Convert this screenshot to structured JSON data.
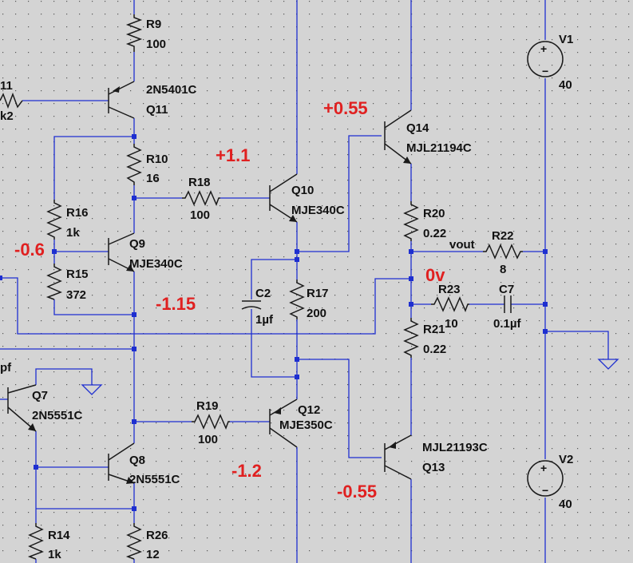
{
  "components": {
    "R9": {
      "ref": "R9",
      "value": "100"
    },
    "R10": {
      "ref": "R10",
      "value": "16"
    },
    "R11": {
      "ref": "11",
      "value": "k2"
    },
    "R14": {
      "ref": "R14",
      "value": "1k"
    },
    "R15": {
      "ref": "R15",
      "value": "372"
    },
    "R16": {
      "ref": "R16",
      "value": "1k"
    },
    "R17": {
      "ref": "R17",
      "value": "200"
    },
    "R18": {
      "ref": "R18",
      "value": "100"
    },
    "R19": {
      "ref": "R19",
      "value": "100"
    },
    "R20": {
      "ref": "R20",
      "value": "0.22"
    },
    "R21": {
      "ref": "R21",
      "value": "0.22"
    },
    "R22": {
      "ref": "R22",
      "value": "8"
    },
    "R23": {
      "ref": "R23",
      "value": "10"
    },
    "R26": {
      "ref": "R26",
      "value": "12"
    },
    "C2": {
      "ref": "C2",
      "value": "1µf"
    },
    "C7": {
      "ref": "C7",
      "value": "0.1µf"
    },
    "Q7": {
      "ref": "Q7",
      "value": "2N5551C"
    },
    "Q8": {
      "ref": "Q8",
      "value": "2N5551C"
    },
    "Q9": {
      "ref": "Q9",
      "value": "MJE340C"
    },
    "Q10": {
      "ref": "Q10",
      "value": "MJE340C"
    },
    "Q11": {
      "ref": "Q11",
      "value": "2N5401C"
    },
    "Q12": {
      "ref": "Q12",
      "value": "MJE350C"
    },
    "Q13": {
      "ref": "Q13",
      "value": "MJL21193C"
    },
    "Q14": {
      "ref": "Q14",
      "value": "MJL21194C"
    },
    "V1": {
      "ref": "V1",
      "value": "40"
    },
    "V2": {
      "ref": "V2",
      "value": "40"
    }
  },
  "net_labels": {
    "vout": "vout",
    "pf": "pf"
  },
  "annotations": {
    "q9_base": "-0.6",
    "q9_emitter": "-1.15",
    "q10_base": "+1.1",
    "q12_base": "-1.2",
    "q14_base": "+0.55",
    "q13_base": "-0.55",
    "output": "0v"
  },
  "colors": {
    "background": "#d4d4d4",
    "wire": "#1e2fd0",
    "component": "#1a1a1a",
    "annotation": "#e02020",
    "grid_dot": "#555555"
  }
}
